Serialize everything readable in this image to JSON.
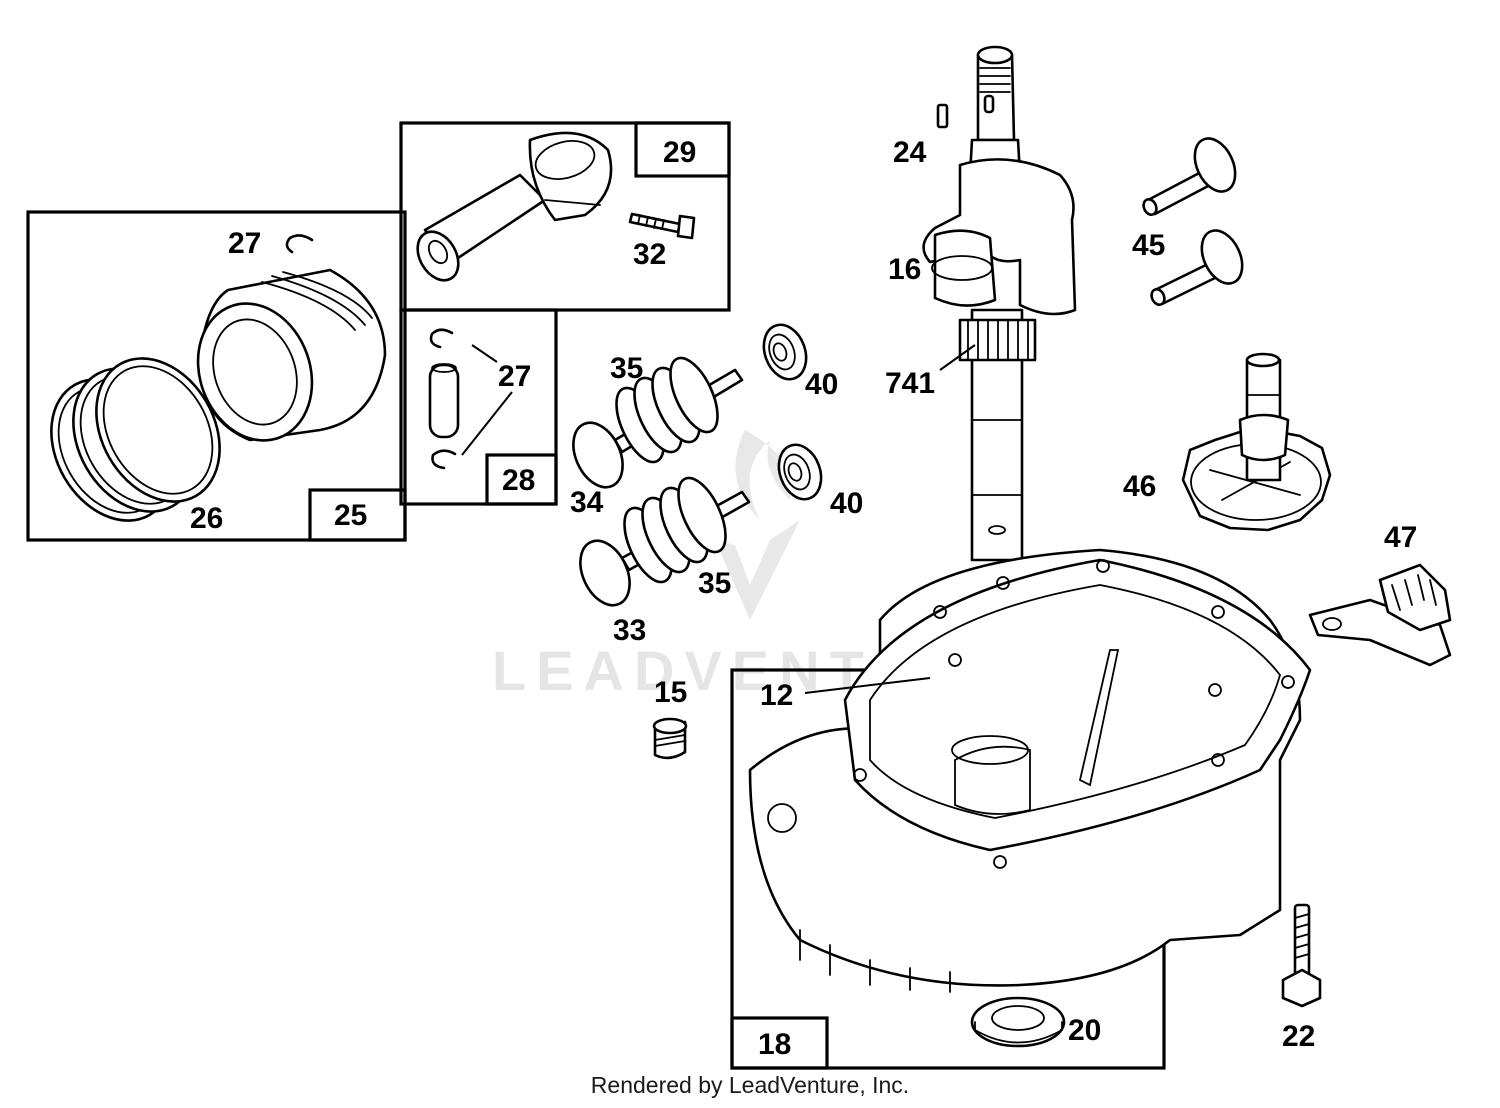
{
  "watermark": "LEADVENTURE",
  "footer_text": "Rendered by LeadVenture, Inc.",
  "callouts": {
    "c12": "12",
    "c15": "15",
    "c16": "16",
    "c18": "18",
    "c20": "20",
    "c22": "22",
    "c24": "24",
    "c25": "25",
    "c26": "26",
    "c27a": "27",
    "c27b": "27",
    "c28": "28",
    "c29": "29",
    "c32": "32",
    "c33": "33",
    "c34": "34",
    "c35a": "35",
    "c35b": "35",
    "c40a": "40",
    "c40b": "40",
    "c45": "45",
    "c46": "46",
    "c47": "47",
    "c741": "741"
  }
}
